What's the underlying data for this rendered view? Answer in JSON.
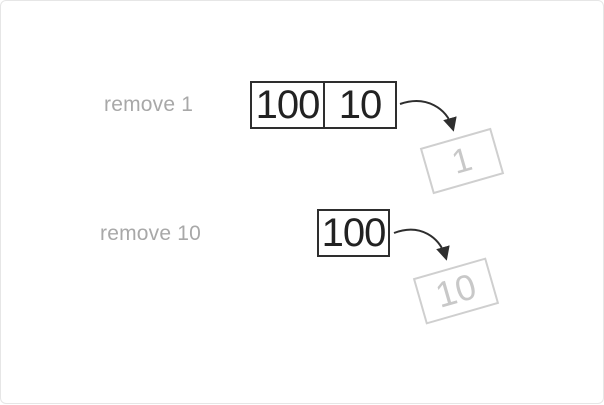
{
  "diagram": {
    "steps": [
      {
        "label": "remove 1",
        "stack": [
          "100",
          "10"
        ],
        "removed": "1"
      },
      {
        "label": "remove 10",
        "stack": [
          "100"
        ],
        "removed": "10"
      }
    ],
    "colors": {
      "label_text": "#a8a8a8",
      "box_border": "#2e2e2e",
      "box_text": "#222222",
      "removed_border": "#cfcfcf",
      "removed_text": "#c8c8c8",
      "arrow": "#2e2e2e"
    }
  }
}
